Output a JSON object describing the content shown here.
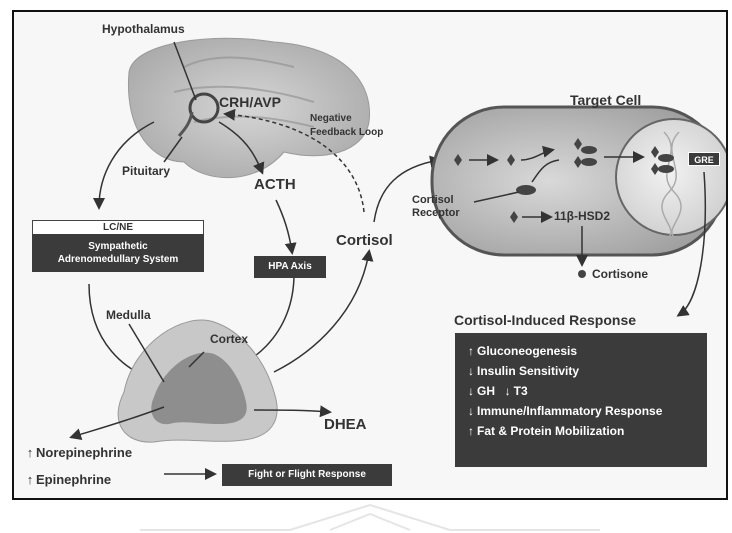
{
  "labels": {
    "hypothalamus": "Hypothalamus",
    "crh_avp": "CRH/AVP",
    "pituitary": "Pituitary",
    "negative_feedback": "Negative\nFeedback Loop",
    "acth": "ACTH",
    "target_cell": "Target Cell",
    "cortisol": "Cortisol",
    "cortisol_receptor": "Cortisol\nReceptor",
    "hsd2": "11β-HSD2",
    "cortisone": "Cortisone",
    "gre": "GRE",
    "medulla": "Medulla",
    "cortex": "Cortex",
    "dhea": "DHEA",
    "norepinephrine": "Norepinephrine",
    "epinephrine": "Epinephrine"
  },
  "boxes": {
    "lc_ne": "LC/NE",
    "sympathetic": "Sympathetic\nAdrenomedullary System",
    "hpa_axis": "HPA Axis",
    "fight_flight": "Fight or Flight Response"
  },
  "response": {
    "title": "Cortisol-Induced Response",
    "gluconeogenesis": "Gluconeogenesis",
    "insulin": "Insulin Sensitivity",
    "gh": "GH",
    "t3": "T3",
    "immune": "Immune/Inflammatory Response",
    "fat_protein": "Fat & Protein Mobilization"
  },
  "arrows": {
    "up": "↑",
    "down": "↓"
  }
}
